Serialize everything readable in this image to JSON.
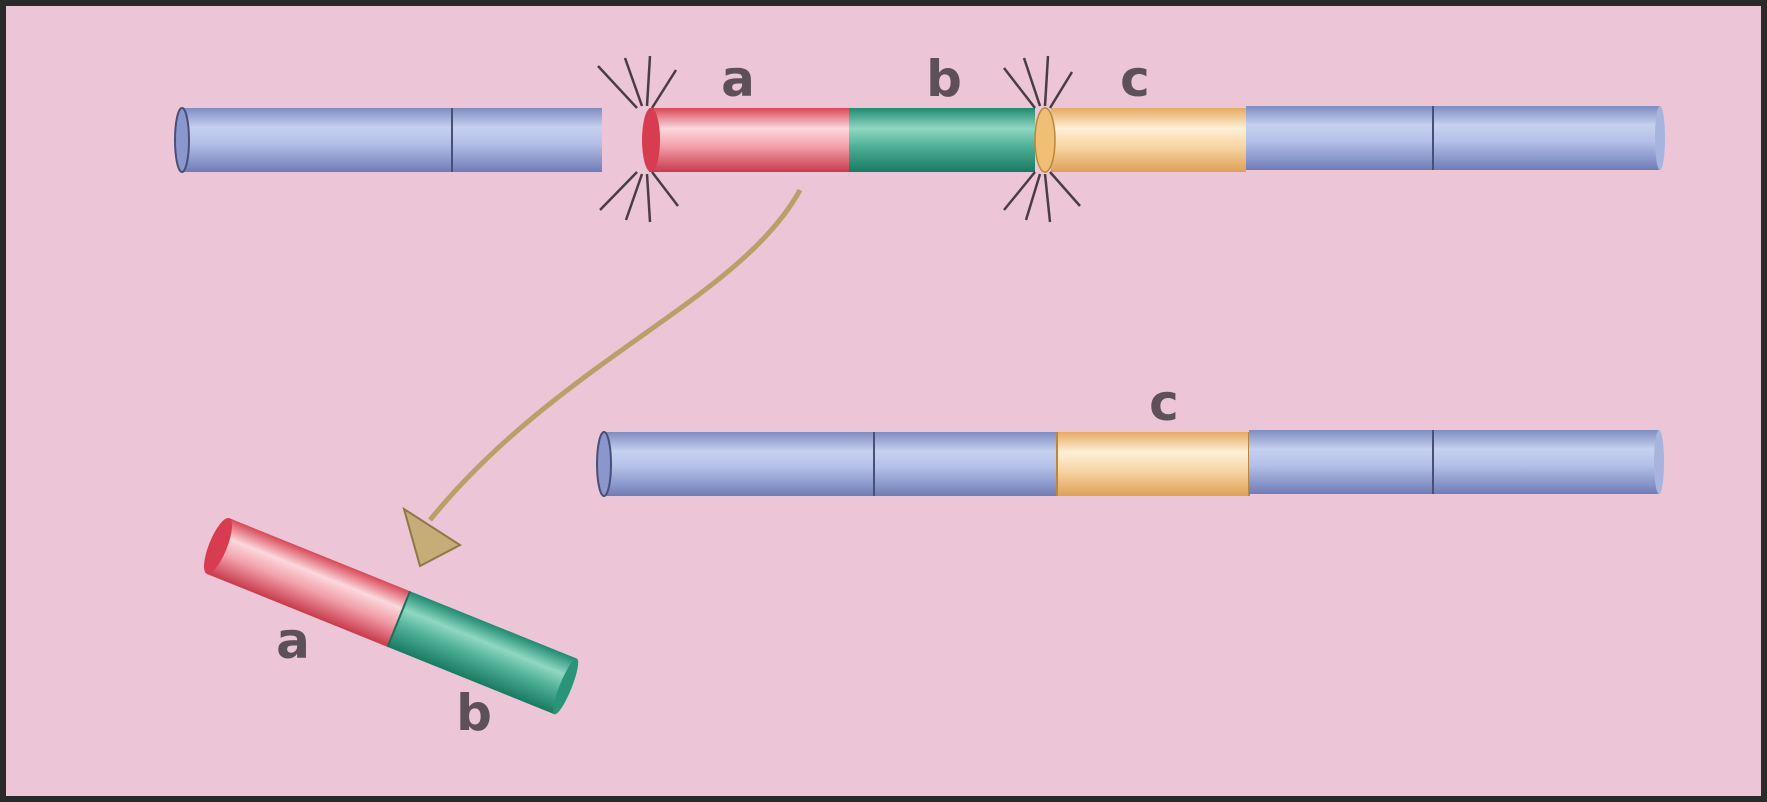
{
  "labels": {
    "top_a": "a",
    "top_b": "b",
    "top_c": "c",
    "middle_c": "c",
    "fragment_a": "a",
    "fragment_b": "b"
  },
  "colors": {
    "background": "#ecc6d6",
    "border": "#2a2a2a",
    "segment_blue": "#a7b4de",
    "segment_red": "#e56a7a",
    "segment_green": "#3aa088",
    "segment_orange": "#f3c78c",
    "arrow": "#b9a06a",
    "label": "#5e5058"
  },
  "icons": [
    "break-burst-icon",
    "curved-arrow-icon"
  ]
}
